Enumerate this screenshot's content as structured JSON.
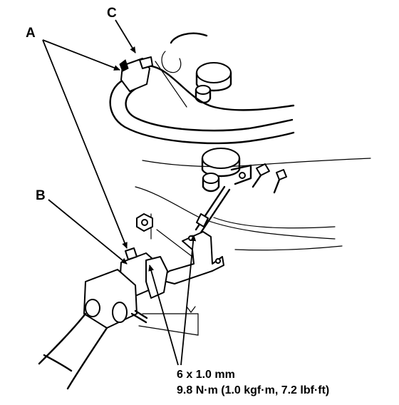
{
  "callouts": {
    "a": "A",
    "b": "B",
    "c": "C"
  },
  "torque_spec": {
    "bolt_size": "6 x 1.0 mm",
    "torque": "9.8 N·m (1.0 kgf·m, 7.2 lbf·ft)"
  }
}
